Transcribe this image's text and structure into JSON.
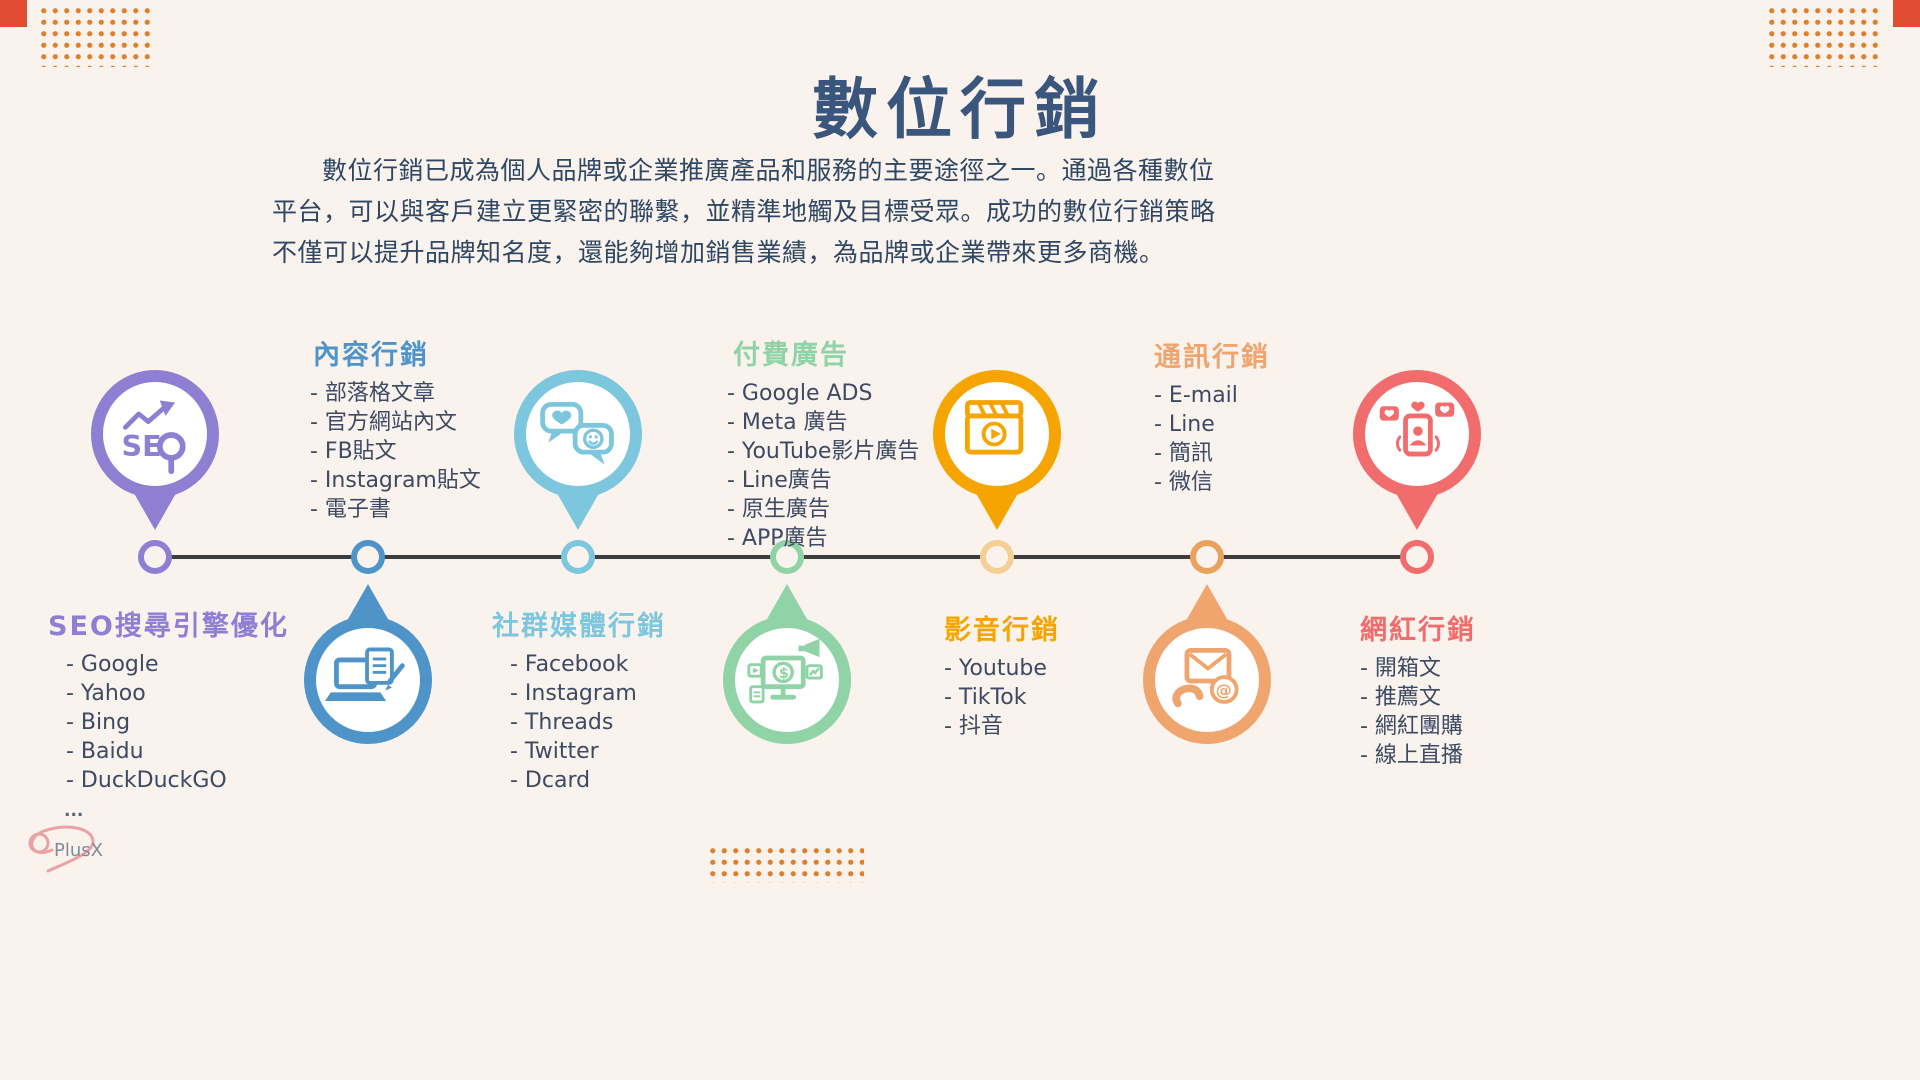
{
  "page": {
    "title": "數位行銷",
    "intro_lines": [
      "數位行銷已成為個人品牌或企業推廣產品和服務的主要途徑之一。通過各種數位",
      "平台，可以與客戶建立更緊密的聯繫，並精準地觸及目標受眾。成功的數位行銷策略",
      "不僅可以提升品牌知名度，還能夠增加銷售業績，為品牌或企業帶來更多商機。"
    ]
  },
  "colors": {
    "background": "#FAF3ED",
    "title_text": "#3A567C",
    "body_text": "#2E4763",
    "list_text": "#3C4A63",
    "timeline_line": "#3D3D3D",
    "decor_dots": "#DD7F2B",
    "corner_square": "#E04B31"
  },
  "sections": [
    {
      "id": "seo",
      "title": "SEO搜尋引擎優化",
      "color": "#8E7FD3",
      "marker": "pin-above",
      "icon": "seo-search-icon",
      "icon_text": "SE",
      "items": [
        "- Google",
        "- Yahoo",
        "- Bing",
        "- Baidu",
        "- DuckDuckGO"
      ]
    },
    {
      "id": "content",
      "title": "內容行銷",
      "color": "#4E94C9",
      "marker": "drop-below",
      "icon": "laptop-writing-icon",
      "items": [
        "- 部落格文章",
        "- 官方網站內文",
        "- FB貼文",
        "- Instagram貼文",
        "- 電子書"
      ]
    },
    {
      "id": "social",
      "title": "社群媒體行銷",
      "color": "#7CC6DE",
      "marker": "pin-above",
      "icon": "chat-bubbles-icon",
      "items": [
        "- Facebook",
        "- Instagram",
        "- Threads",
        "- Twitter",
        "- Dcard"
      ]
    },
    {
      "id": "paid-ads",
      "title": "付費廣告",
      "color": "#8FD3A6",
      "marker": "drop-below",
      "icon": "digital-ads-monitor-icon",
      "icon_text": "$",
      "items": [
        "- Google ADS",
        "- Meta 廣告",
        "- YouTube影片廣告",
        "- Line廣告",
        "- 原生廣告",
        "- APP廣告"
      ]
    },
    {
      "id": "video",
      "title": "影音行銷",
      "color": "#F5A400",
      "marker": "pin-above",
      "icon": "clapperboard-play-icon",
      "items": [
        "- Youtube",
        "- TikTok",
        "- 抖音"
      ]
    },
    {
      "id": "messaging",
      "title": "通訊行銷",
      "color": "#F0A46E",
      "marker": "drop-below",
      "icon": "phone-email-icon",
      "icon_text": "@",
      "items": [
        "- E-mail",
        "- Line",
        "- 簡訊",
        "- 微信"
      ]
    },
    {
      "id": "influencer",
      "title": "網紅行銷",
      "color": "#F16C6C",
      "marker": "pin-above",
      "icon": "phone-likes-icon",
      "items": [
        "- 開箱文",
        "- 推薦文",
        "- 網紅團購",
        "- 線上直播"
      ]
    }
  ],
  "logo": {
    "ellipsis": "...",
    "text": "PlusX"
  }
}
